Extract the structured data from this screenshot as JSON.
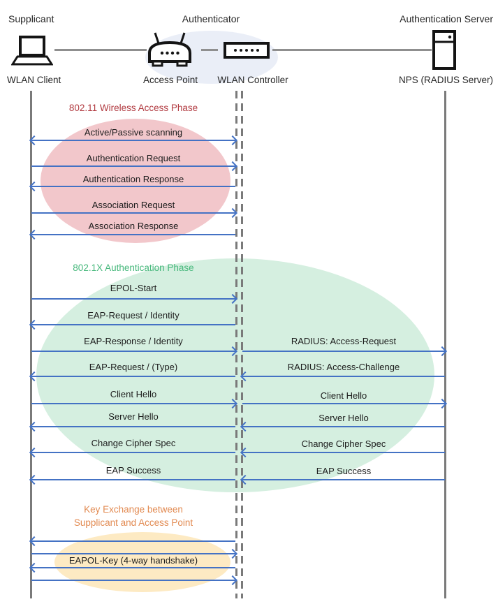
{
  "actors": {
    "roles": [
      {
        "label": "Supplicant"
      },
      {
        "label": "Authenticator"
      },
      {
        "label": "Authentication Server"
      }
    ],
    "devices": [
      {
        "label": "WLAN Client",
        "icon": "laptop-icon"
      },
      {
        "label": "Access Point",
        "icon": "access-point-icon"
      },
      {
        "label": "WLAN Controller",
        "icon": "wlan-controller-icon"
      },
      {
        "label": "NPS (RADIUS Server)",
        "icon": "server-icon"
      }
    ]
  },
  "phase1": {
    "title": "802.11 Wireless Access Phase",
    "messages": [
      {
        "label": "Active/Passive scanning",
        "direction": "both"
      },
      {
        "label": "Authentication Request",
        "direction": "right"
      },
      {
        "label": "Authentication Response",
        "direction": "left"
      },
      {
        "label": "Association Request",
        "direction": "right"
      },
      {
        "label": "Association Response",
        "direction": "left"
      }
    ]
  },
  "phase2": {
    "title": "802.1X Authentication Phase",
    "left_messages": [
      {
        "label": "EPOL-Start",
        "direction": "right"
      },
      {
        "label": "EAP-Request / Identity",
        "direction": "left"
      },
      {
        "label": "EAP-Response / Identity",
        "direction": "right"
      },
      {
        "label": "EAP-Request / (Type)",
        "direction": "left"
      },
      {
        "label": "Client Hello",
        "direction": "right"
      },
      {
        "label": "Server Hello",
        "direction": "left"
      },
      {
        "label": "Change Cipher Spec",
        "direction": "left"
      },
      {
        "label": "EAP Success",
        "direction": "left"
      }
    ],
    "right_messages": [
      {
        "label": "RADIUS: Access-Request",
        "direction": "right"
      },
      {
        "label": "RADIUS: Access-Challenge",
        "direction": "left"
      },
      {
        "label": "Client Hello",
        "direction": "right"
      },
      {
        "label": "Server Hello",
        "direction": "left"
      },
      {
        "label": "Change Cipher Spec",
        "direction": "left"
      },
      {
        "label": "EAP Success",
        "direction": "left"
      }
    ]
  },
  "phase3": {
    "title_line1": "Key Exchange between",
    "title_line2": "Supplicant and Access Point",
    "message": {
      "label": "EAPOL-Key (4-way handshake)"
    },
    "arrow_directions": [
      "left",
      "right",
      "left",
      "right"
    ]
  },
  "colors": {
    "arrow": "#4472c4",
    "lifeline": "#7a7a7a",
    "phase1_title": "#b13a40",
    "phase1_ellipse": "#f2c7cb",
    "phase2_title": "#47b87c",
    "phase2_ellipse": "#d5efe0",
    "phase3_title": "#e28a51",
    "phase3_ellipse": "#fdeac3",
    "authenticator_ellipse": "#eaeef7"
  }
}
